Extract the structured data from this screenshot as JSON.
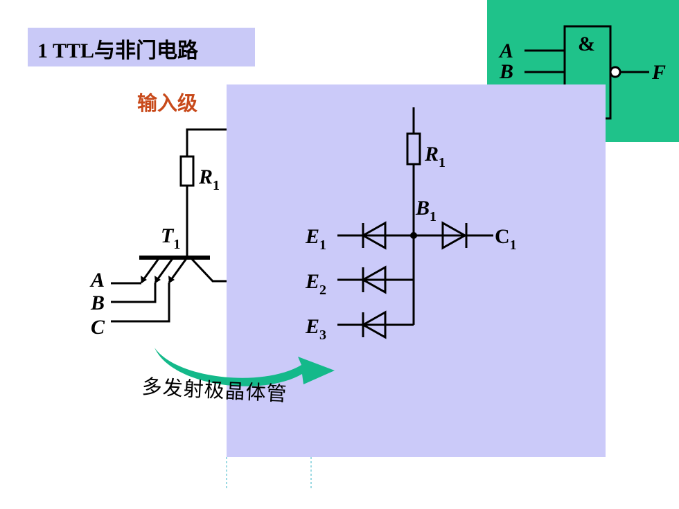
{
  "title": "1  TTL与非门电路",
  "input_stage_label": "输入级",
  "caption": "多发射极晶体管",
  "gate_symbol": {
    "operator": "&",
    "inputs": [
      "A",
      "B"
    ],
    "output": "F"
  },
  "left_circuit": {
    "resistor": {
      "name": "R",
      "sub": "1"
    },
    "transistor": {
      "name": "T",
      "sub": "1"
    },
    "inputs": [
      "A",
      "B",
      "C"
    ]
  },
  "equivalent_circuit": {
    "resistor": {
      "name": "R",
      "sub": "1"
    },
    "base_node": {
      "name": "B",
      "sub": "1"
    },
    "emitters": [
      {
        "name": "E",
        "sub": "1"
      },
      {
        "name": "E",
        "sub": "2"
      },
      {
        "name": "E",
        "sub": "3"
      }
    ],
    "collector": {
      "name": "C",
      "sub": "1"
    }
  },
  "colors": {
    "title_bg": "#c9c9f7",
    "panel_violet": "#cbcaf9",
    "panel_green": "#1fc28a",
    "input_stage_text": "#c84a1b",
    "arrow": "#14b98a"
  }
}
